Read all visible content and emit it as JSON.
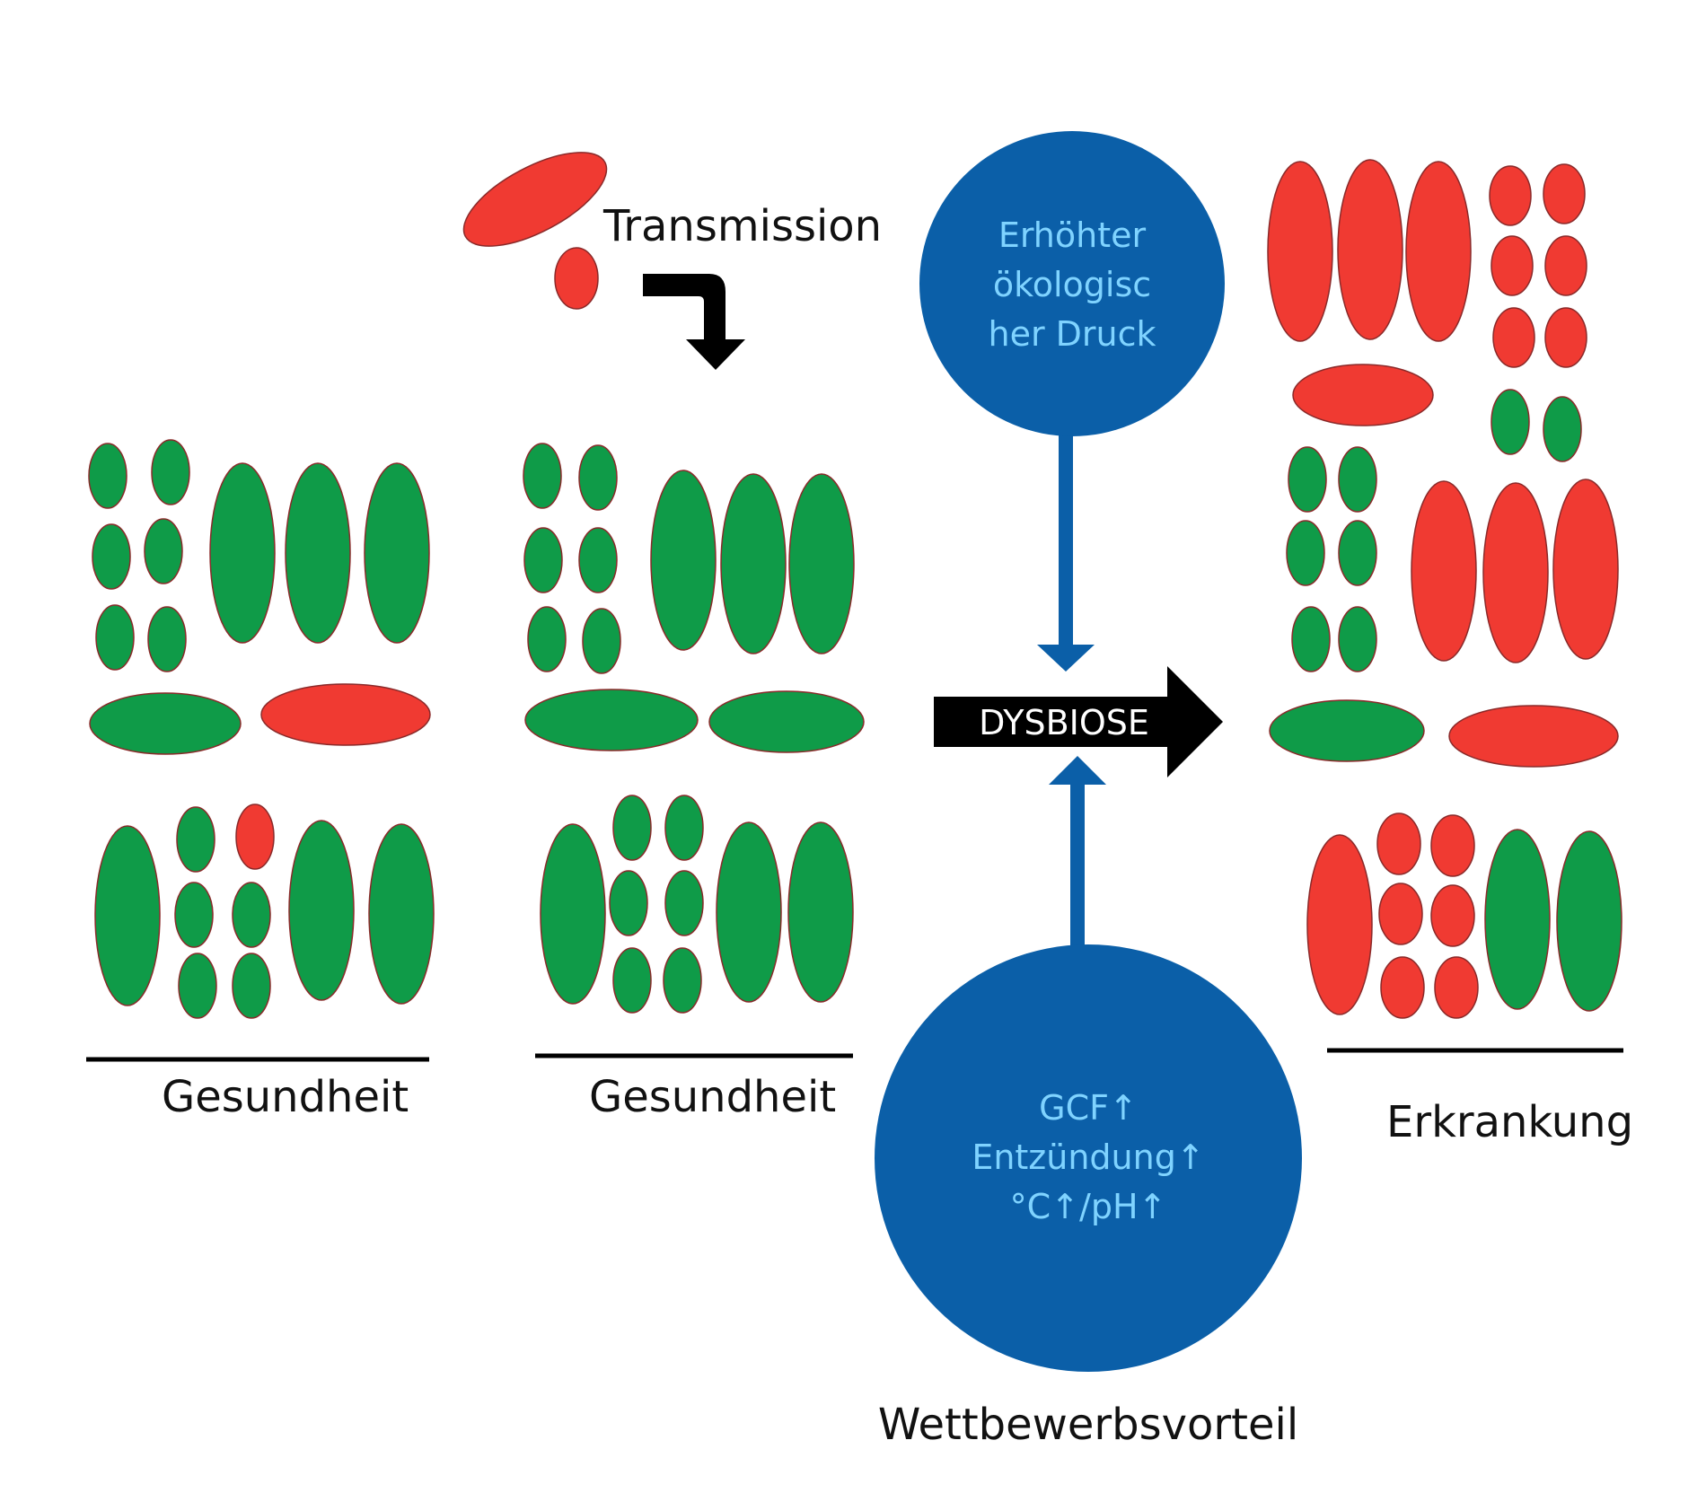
{
  "labels": {
    "transmission": "Transmission",
    "panel_1": "Gesundheit",
    "panel_2": "Gesundheit",
    "panel_3": "Erkrankung",
    "dysbiose": "DYSBIOSE",
    "bottom_caption": "Wettbewerbsvorteil"
  },
  "circle_top": {
    "lines": [
      "Erhöhter",
      "ökologisc",
      "her Druck"
    ]
  },
  "circle_bottom": {
    "lines": [
      "GCF↑",
      "Entzündung↑",
      "°C↑/pH↑"
    ]
  },
  "colors": {
    "commensal_green": "#0f9b48",
    "pathogen_red": "#f03a32",
    "outline": "#8a2a2a",
    "circle_blue": "#0b5fa8",
    "circle_text": "#7fd3ff",
    "arrow_black": "#000000",
    "background": "#ffffff"
  },
  "legend_semantics": {
    "green": "commensal",
    "red": "pathogen"
  }
}
